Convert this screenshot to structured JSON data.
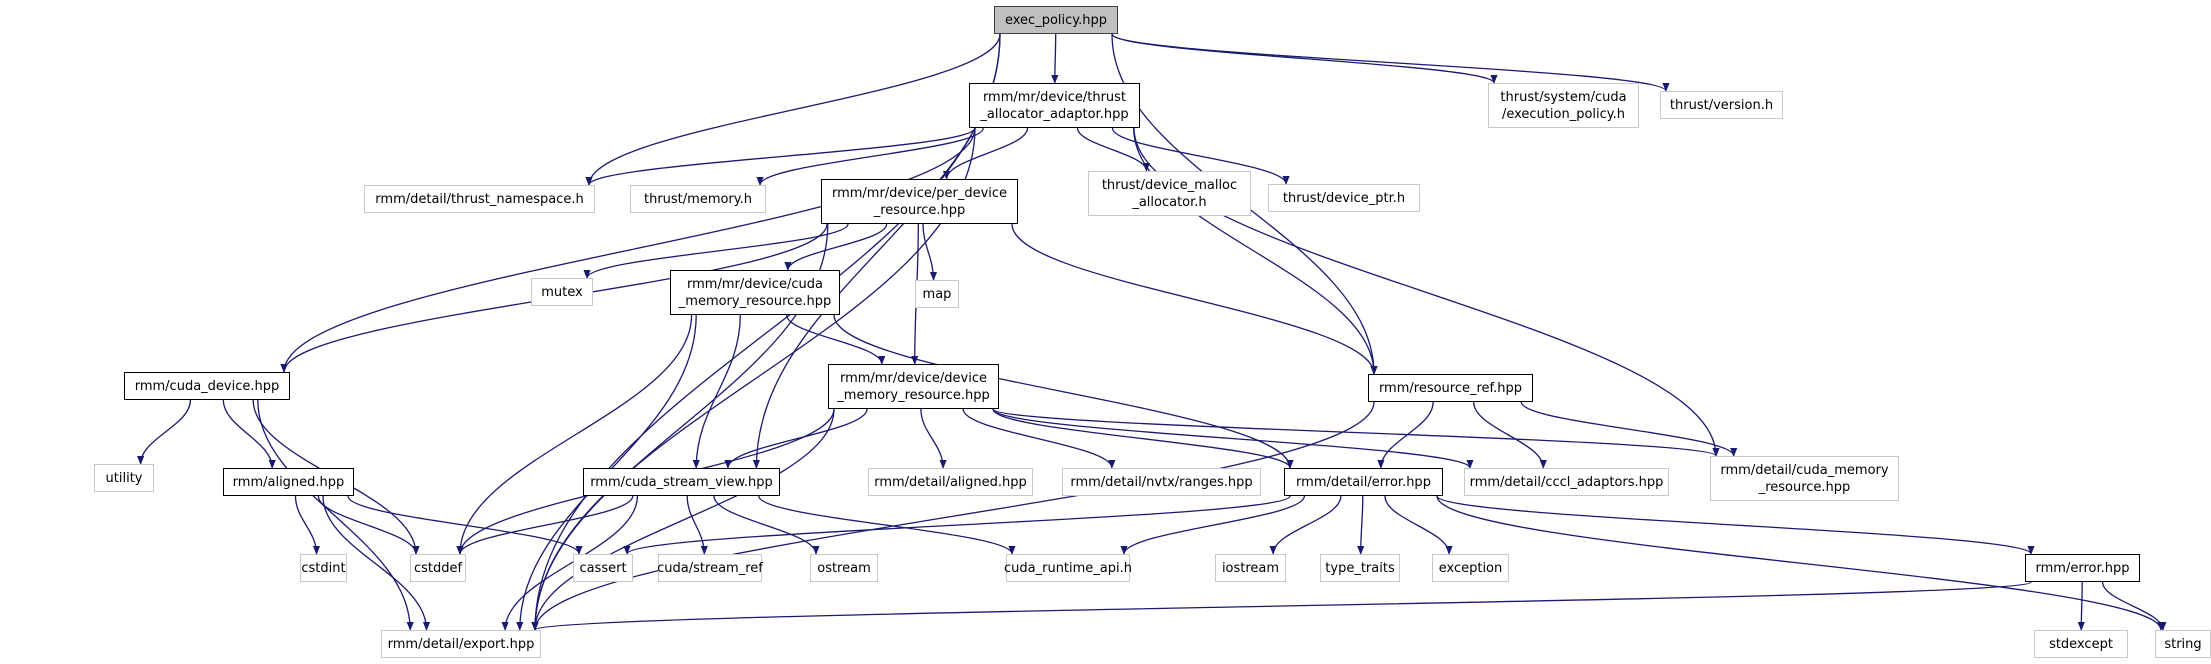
{
  "title": "exec_policy.hpp include dependency graph",
  "colors": {
    "edge": "#191970",
    "root_fill": "#bfbfbf",
    "local_border": "#000000",
    "external_border": "#c8c8c8"
  },
  "nodes": [
    {
      "id": "exec_policy",
      "label": "exec_policy.hpp",
      "kind": "root"
    },
    {
      "id": "thrust_alloc",
      "label": "rmm/mr/device/thrust\n_allocator_adaptor.hpp",
      "kind": "local"
    },
    {
      "id": "thrust_exec",
      "label": "thrust/system/cuda\n/execution_policy.h",
      "kind": "external"
    },
    {
      "id": "thrust_version",
      "label": "thrust/version.h",
      "kind": "external"
    },
    {
      "id": "thrust_ns",
      "label": "rmm/detail/thrust_namespace.h",
      "kind": "external"
    },
    {
      "id": "thrust_memory",
      "label": "thrust/memory.h",
      "kind": "external"
    },
    {
      "id": "per_device",
      "label": "rmm/mr/device/per_device\n_resource.hpp",
      "kind": "local"
    },
    {
      "id": "dev_malloc",
      "label": "thrust/device_malloc\n_allocator.h",
      "kind": "external"
    },
    {
      "id": "dev_ptr",
      "label": "thrust/device_ptr.h",
      "kind": "external"
    },
    {
      "id": "mutex",
      "label": "mutex",
      "kind": "external"
    },
    {
      "id": "cuda_mr",
      "label": "rmm/mr/device/cuda\n_memory_resource.hpp",
      "kind": "local"
    },
    {
      "id": "map",
      "label": "map",
      "kind": "external"
    },
    {
      "id": "cuda_device",
      "label": "rmm/cuda_device.hpp",
      "kind": "local"
    },
    {
      "id": "device_mr",
      "label": "rmm/mr/device/device\n_memory_resource.hpp",
      "kind": "local"
    },
    {
      "id": "resource_ref",
      "label": "rmm/resource_ref.hpp",
      "kind": "local"
    },
    {
      "id": "utility",
      "label": "utility",
      "kind": "external"
    },
    {
      "id": "aligned",
      "label": "rmm/aligned.hpp",
      "kind": "local"
    },
    {
      "id": "stream_view",
      "label": "rmm/cuda_stream_view.hpp",
      "kind": "local"
    },
    {
      "id": "detail_aligned",
      "label": "rmm/detail/aligned.hpp",
      "kind": "external"
    },
    {
      "id": "nvtx",
      "label": "rmm/detail/nvtx/ranges.hpp",
      "kind": "external"
    },
    {
      "id": "detail_error",
      "label": "rmm/detail/error.hpp",
      "kind": "local"
    },
    {
      "id": "cccl",
      "label": "rmm/detail/cccl_adaptors.hpp",
      "kind": "external"
    },
    {
      "id": "detail_cuda_mr",
      "label": "rmm/detail/cuda_memory\n_resource.hpp",
      "kind": "external"
    },
    {
      "id": "cstdint",
      "label": "cstdint",
      "kind": "external"
    },
    {
      "id": "cstddef",
      "label": "cstddef",
      "kind": "external"
    },
    {
      "id": "cassert",
      "label": "cassert",
      "kind": "external"
    },
    {
      "id": "stream_ref",
      "label": "cuda/stream_ref",
      "kind": "external"
    },
    {
      "id": "ostream",
      "label": "ostream",
      "kind": "external"
    },
    {
      "id": "cuda_runtime",
      "label": "cuda_runtime_api.h",
      "kind": "external"
    },
    {
      "id": "iostream",
      "label": "iostream",
      "kind": "external"
    },
    {
      "id": "type_traits",
      "label": "type_traits",
      "kind": "external"
    },
    {
      "id": "exception",
      "label": "exception",
      "kind": "external"
    },
    {
      "id": "rmm_error",
      "label": "rmm/error.hpp",
      "kind": "local"
    },
    {
      "id": "export",
      "label": "rmm/detail/export.hpp",
      "kind": "external"
    },
    {
      "id": "stdexcept",
      "label": "stdexcept",
      "kind": "external"
    },
    {
      "id": "string",
      "label": "string",
      "kind": "external"
    }
  ],
  "edges": [
    [
      "exec_policy",
      "thrust_alloc"
    ],
    [
      "exec_policy",
      "thrust_exec"
    ],
    [
      "exec_policy",
      "thrust_version"
    ],
    [
      "exec_policy",
      "thrust_ns"
    ],
    [
      "exec_policy",
      "resource_ref"
    ],
    [
      "exec_policy",
      "stream_view"
    ],
    [
      "exec_policy",
      "export"
    ],
    [
      "thrust_alloc",
      "thrust_ns"
    ],
    [
      "thrust_alloc",
      "thrust_memory"
    ],
    [
      "thrust_alloc",
      "per_device"
    ],
    [
      "thrust_alloc",
      "dev_malloc"
    ],
    [
      "thrust_alloc",
      "dev_ptr"
    ],
    [
      "thrust_alloc",
      "resource_ref"
    ],
    [
      "thrust_alloc",
      "detail_cuda_mr"
    ],
    [
      "thrust_alloc",
      "cuda_device"
    ],
    [
      "thrust_alloc",
      "export"
    ],
    [
      "per_device",
      "mutex"
    ],
    [
      "per_device",
      "map"
    ],
    [
      "per_device",
      "cuda_mr"
    ],
    [
      "per_device",
      "device_mr"
    ],
    [
      "per_device",
      "resource_ref"
    ],
    [
      "per_device",
      "cuda_device"
    ],
    [
      "per_device",
      "export"
    ],
    [
      "cuda_mr",
      "device_mr"
    ],
    [
      "cuda_mr",
      "stream_view"
    ],
    [
      "cuda_mr",
      "detail_error"
    ],
    [
      "cuda_mr",
      "cstddef"
    ],
    [
      "cuda_mr",
      "export"
    ],
    [
      "cuda_device",
      "utility"
    ],
    [
      "cuda_device",
      "aligned"
    ],
    [
      "cuda_device",
      "cstddef"
    ],
    [
      "cuda_device",
      "export"
    ],
    [
      "device_mr",
      "detail_aligned"
    ],
    [
      "device_mr",
      "nvtx"
    ],
    [
      "device_mr",
      "detail_error"
    ],
    [
      "device_mr",
      "cccl"
    ],
    [
      "device_mr",
      "detail_cuda_mr"
    ],
    [
      "device_mr",
      "stream_view"
    ],
    [
      "device_mr",
      "cstddef"
    ],
    [
      "device_mr",
      "export"
    ],
    [
      "resource_ref",
      "detail_error"
    ],
    [
      "resource_ref",
      "cccl"
    ],
    [
      "resource_ref",
      "detail_cuda_mr"
    ],
    [
      "resource_ref",
      "export"
    ],
    [
      "aligned",
      "cstdint"
    ],
    [
      "aligned",
      "cstddef"
    ],
    [
      "aligned",
      "cassert"
    ],
    [
      "aligned",
      "export"
    ],
    [
      "stream_view",
      "cstddef"
    ],
    [
      "stream_view",
      "stream_ref"
    ],
    [
      "stream_view",
      "ostream"
    ],
    [
      "stream_view",
      "cuda_runtime"
    ],
    [
      "stream_view",
      "export"
    ],
    [
      "detail_error",
      "cassert"
    ],
    [
      "detail_error",
      "cuda_runtime"
    ],
    [
      "detail_error",
      "iostream"
    ],
    [
      "detail_error",
      "type_traits"
    ],
    [
      "detail_error",
      "exception"
    ],
    [
      "detail_error",
      "rmm_error"
    ],
    [
      "detail_error",
      "string"
    ],
    [
      "rmm_error",
      "stdexcept"
    ],
    [
      "rmm_error",
      "string"
    ],
    [
      "rmm_error",
      "export"
    ]
  ]
}
